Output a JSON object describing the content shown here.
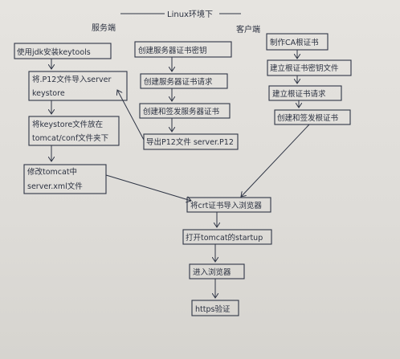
{
  "title": "Linux环境下",
  "sections": {
    "server": "服务端",
    "client": "客户端"
  },
  "nodes": {
    "s1": "使用jdk安装keytools",
    "s2a": "将.P12文件导入server",
    "s2b": "keystore",
    "s3a": "将keystore文件放在",
    "s3b": "tomcat/conf文件夹下",
    "s4a": "修改tomcat中",
    "s4b": "server.xml文件",
    "m1": "创建服务器证书密钥",
    "m2": "创建服务器证书请求",
    "m3": "创建和签发服务器证书",
    "m4": "导出P12文件 server.P12",
    "c1": "制作CA根证书",
    "c2": "建立根证书密钥文件",
    "c3": "建立根证书请求",
    "c4": "创建和签发根证书",
    "f1": "将crt证书导入浏览器",
    "f2": "打开tomcat的startup",
    "f3": "进入浏览器",
    "f4": "https验证"
  }
}
